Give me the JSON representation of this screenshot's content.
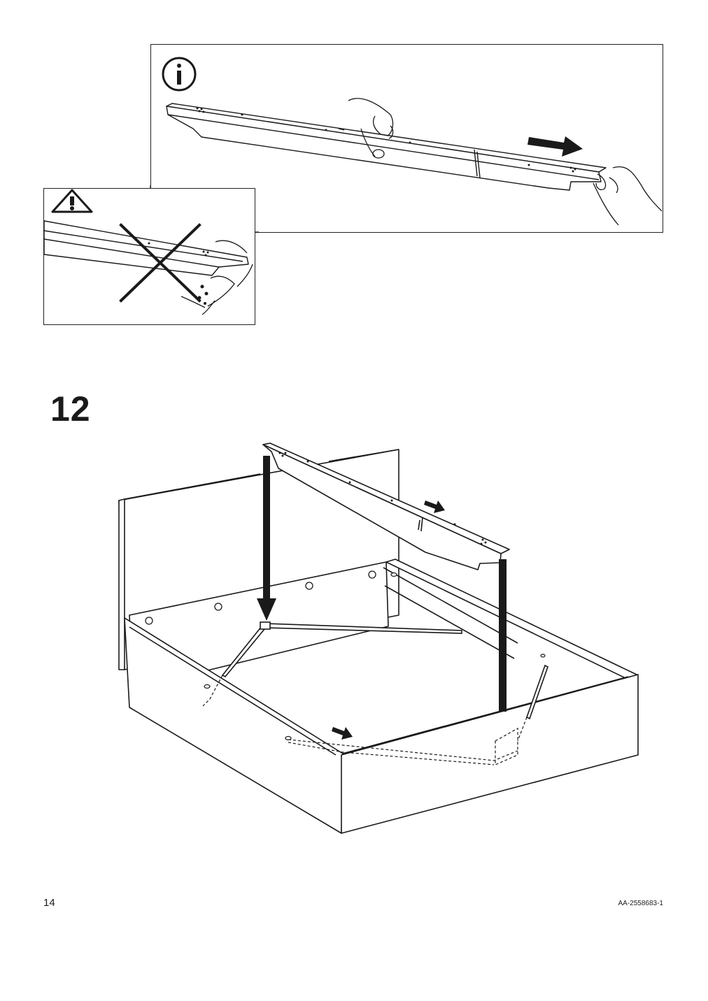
{
  "step": {
    "number": "12"
  },
  "footer": {
    "page_number": "14",
    "doc_id": "AA-2558683-1"
  },
  "icons": {
    "info": "info-icon",
    "warning": "warning-icon",
    "cross": "cross-out-icon",
    "arrow": "direction-arrow-icon",
    "hand": "hand-icon"
  },
  "colors": {
    "ink": "#1a1a1a",
    "paper": "#ffffff"
  }
}
